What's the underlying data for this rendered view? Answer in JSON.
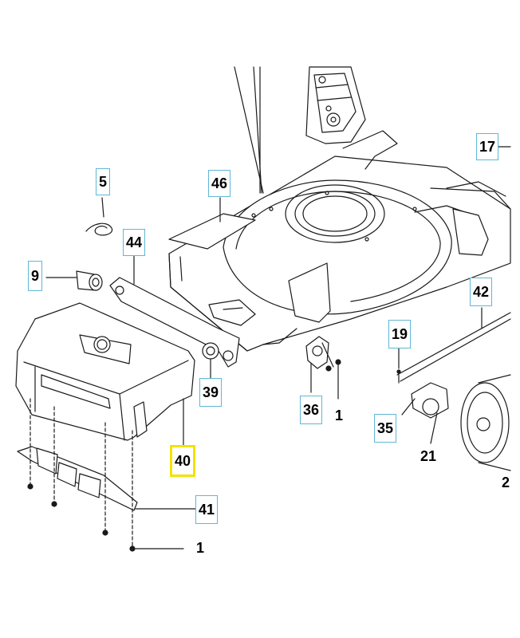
{
  "colors": {
    "callout_border": "#5fb7d6",
    "highlight_border": "#f2e300",
    "line": "#1a1a1a"
  },
  "callouts": [
    {
      "id": "c17",
      "text": "17",
      "boxed": true
    },
    {
      "id": "c5",
      "text": "5",
      "boxed": true
    },
    {
      "id": "c46",
      "text": "46",
      "boxed": true
    },
    {
      "id": "c44",
      "text": "44",
      "boxed": true
    },
    {
      "id": "c9",
      "text": "9",
      "boxed": true
    },
    {
      "id": "c42",
      "text": "42",
      "boxed": true
    },
    {
      "id": "c19",
      "text": "19",
      "boxed": true
    },
    {
      "id": "c39",
      "text": "39",
      "boxed": true
    },
    {
      "id": "c36",
      "text": "36",
      "boxed": true
    },
    {
      "id": "c1a",
      "text": "1",
      "boxed": false
    },
    {
      "id": "c35",
      "text": "35",
      "boxed": true
    },
    {
      "id": "c21",
      "text": "21",
      "boxed": false
    },
    {
      "id": "c2",
      "text": "2",
      "boxed": false
    },
    {
      "id": "c40",
      "text": "40",
      "boxed": true,
      "highlighted": true
    },
    {
      "id": "c41",
      "text": "41",
      "boxed": true
    },
    {
      "id": "c1b",
      "text": "1",
      "boxed": false
    }
  ]
}
